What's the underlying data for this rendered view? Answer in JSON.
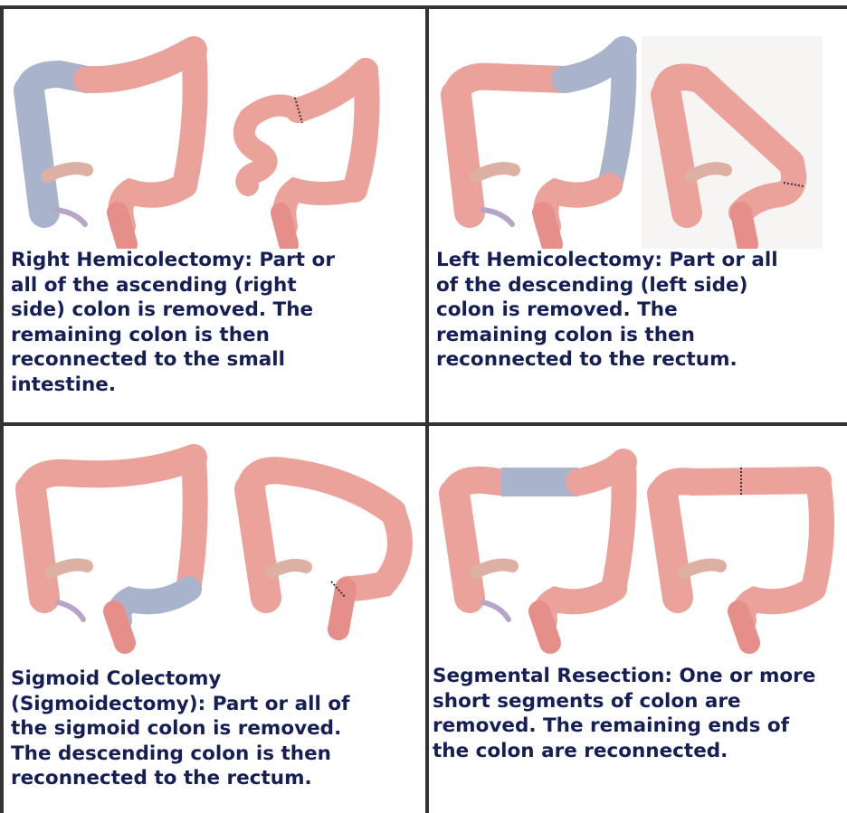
{
  "panels": [
    {
      "caption_lines": [
        "Right Hemicolectomy: Part or",
        "all of the ascending (right",
        "side) colon is removed. The",
        "remaining colon is then",
        "reconnected to the small",
        "intestine."
      ],
      "removed_section": "ascending colon",
      "anastomosis": "colon to small intestine"
    },
    {
      "caption_lines": [
        "Left Hemicolectomy: Part or all",
        "of the descending (left side)",
        "colon is removed. The",
        "remaining colon is then",
        "reconnected to the rectum."
      ],
      "removed_section": "descending colon",
      "anastomosis": "transverse colon to rectum"
    },
    {
      "caption_lines": [
        "Sigmoid Colectomy",
        "(Sigmoidectomy): Part or all of",
        "the sigmoid colon is removed.",
        "The descending colon is then",
        "reconnected to the rectum."
      ],
      "removed_section": "sigmoid colon",
      "anastomosis": "descending colon to rectum"
    },
    {
      "caption_lines": [
        "Segmental Resection: One or more",
        "short segments of colon are",
        "removed. The remaining ends of",
        "the colon are reconnected."
      ],
      "removed_section": "transverse colon segment",
      "anastomosis": "end to end"
    }
  ],
  "colors": {
    "colon": "#eaa29a",
    "colon_dark": "#b95a55",
    "removed": "#a9b4cc",
    "caption_text": "#151f55",
    "grid_line": "#333333"
  }
}
